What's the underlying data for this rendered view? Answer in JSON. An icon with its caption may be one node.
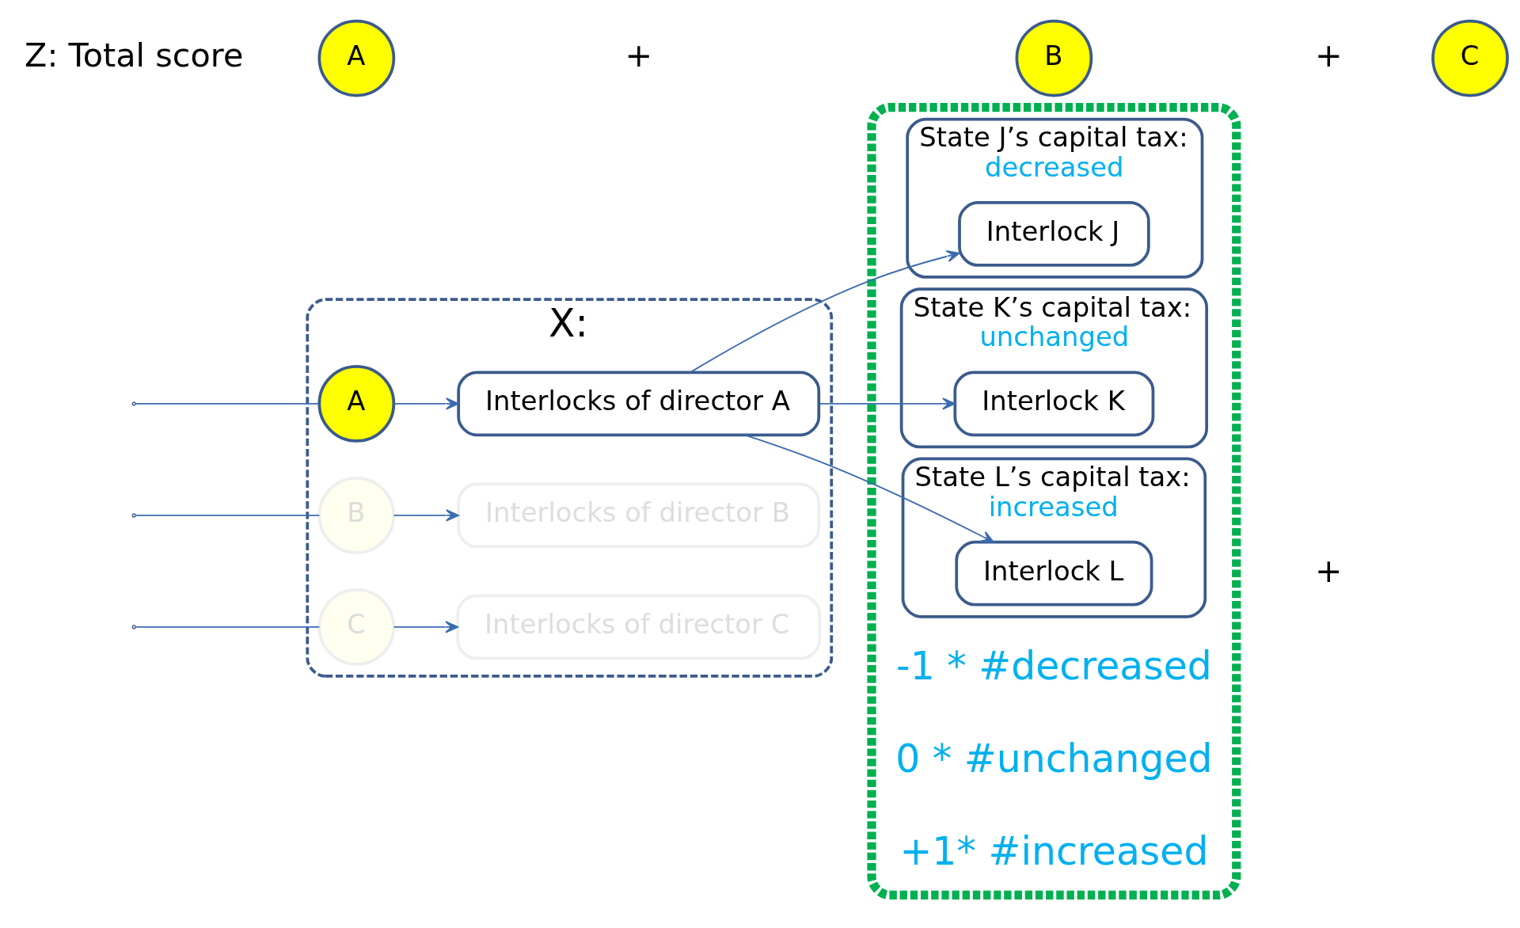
{
  "diagram": {
    "nodes": [
      {
        "text": [
          "X:"
        ]
      },
      {
        "text": [
          "A"
        ],
        "in": 0
      },
      {
        "text": [
          "Interlocks of director A"
        ],
        "in": 0
      },
      {
        "text": [
          "B"
        ],
        "in": 0
      },
      {
        "text": [
          "Interlocks of director B"
        ],
        "in": 0
      },
      {
        "text": [
          "C"
        ],
        "in": 0
      },
      {
        "text": [
          "Interlocks of director C"
        ],
        "in": 0
      },
      {
        "text": [],
        "shape": "box"
      },
      {
        "text": [
          "State J’s capital tax:",
          "decreased"
        ],
        "in": 7
      },
      {
        "text": [
          "Interlock J"
        ],
        "in": 8
      },
      {
        "text": [
          "State K’s capital tax:",
          "unchanged"
        ],
        "in": 7
      },
      {
        "text": [
          "Interlock K"
        ],
        "in": 10
      },
      {
        "text": [
          "State L’s capital tax:",
          "increased"
        ],
        "in": 7
      },
      {
        "text": [
          "Interlock L"
        ],
        "in": 12
      },
      {
        "text": [
          "A"
        ]
      },
      {
        "text": [
          "B"
        ]
      },
      {
        "text": [
          "C"
        ]
      }
    ],
    "edges": [
      {
        "from": null,
        "to": 1,
        "arrow": "none"
      },
      {
        "from": 1,
        "to": 2,
        "arrow": "to"
      },
      {
        "from": null,
        "to": 3,
        "arrow": "none"
      },
      {
        "from": 3,
        "to": 4,
        "arrow": "to"
      },
      {
        "from": null,
        "to": 5,
        "arrow": "none"
      },
      {
        "from": 5,
        "to": 6,
        "arrow": "to"
      },
      {
        "from": 2,
        "to": 9,
        "arrow": "to"
      },
      {
        "from": 2,
        "to": 11,
        "arrow": "to"
      },
      {
        "from": 2,
        "to": 13,
        "arrow": "to"
      }
    ],
    "labels": [
      "-1 * #decreased",
      "0 * #unchanged",
      "+1* #increased",
      "+",
      "Z: Total score",
      "+",
      "+"
    ]
  }
}
